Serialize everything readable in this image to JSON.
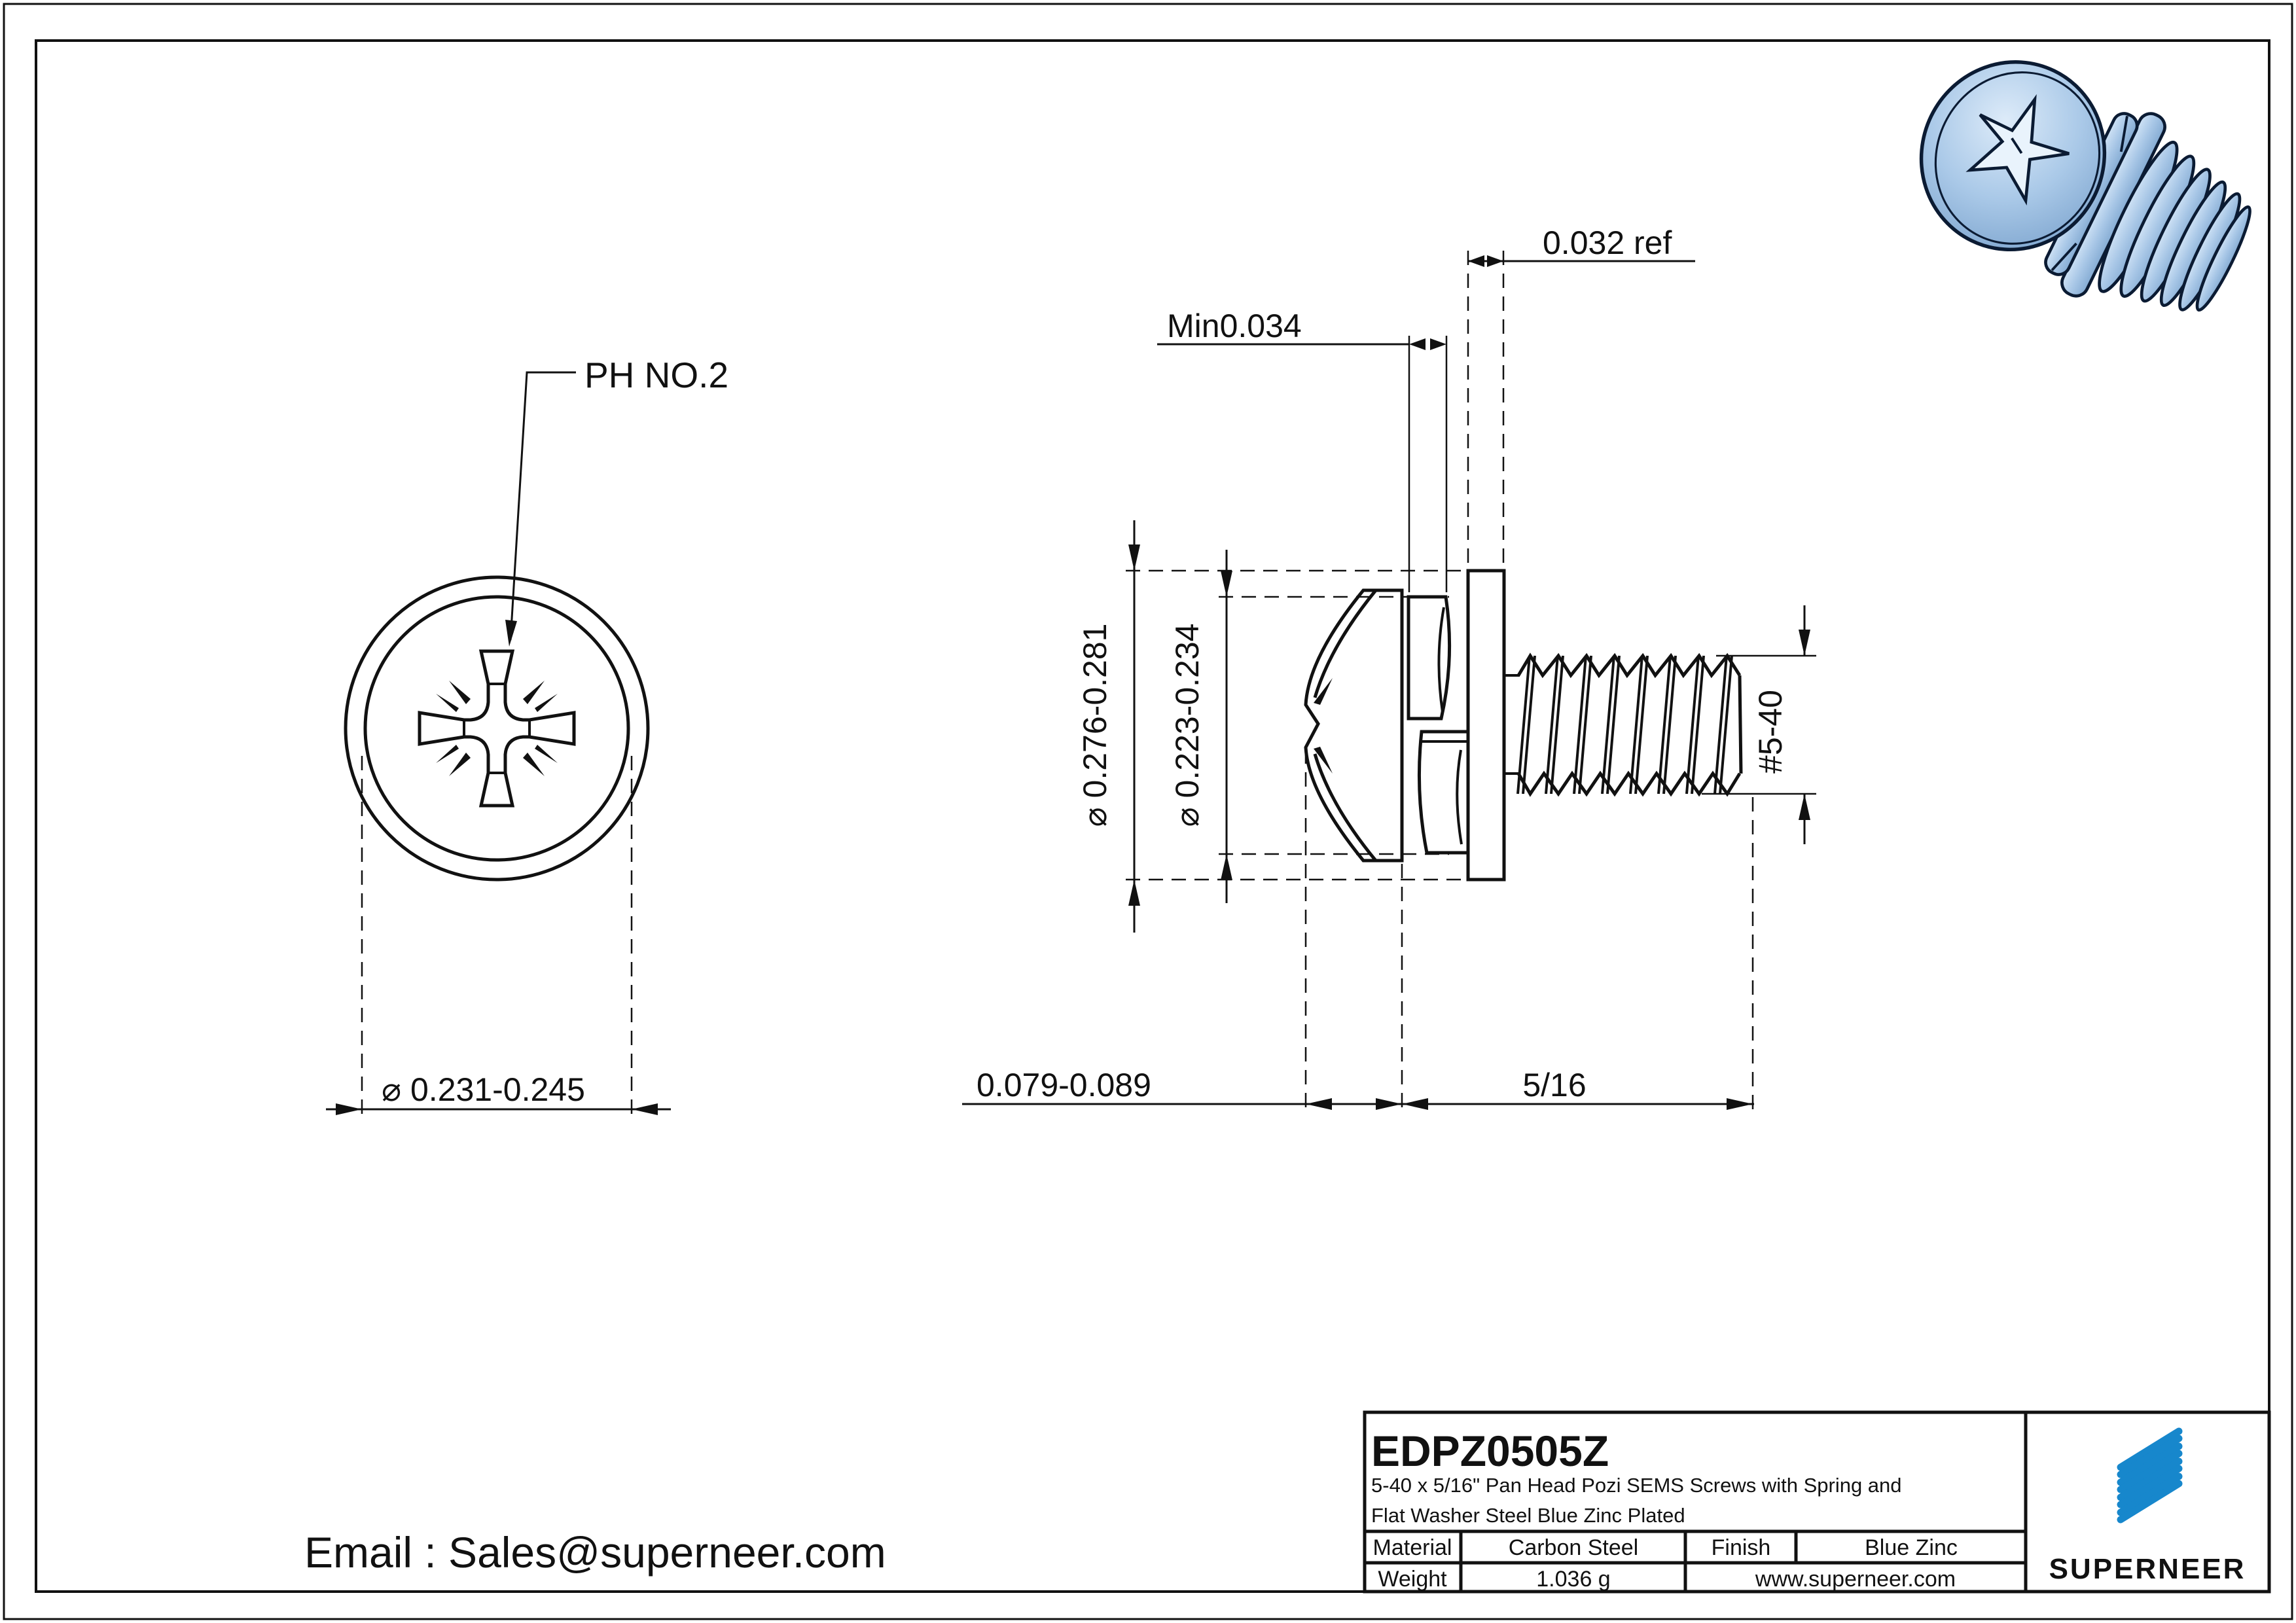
{
  "page": {
    "bg": "#ffffff",
    "line_color": "#111111",
    "accent_blue": "#1787cc"
  },
  "front_view": {
    "ph_label": "PH NO.2",
    "diameter": "⌀ 0.231-0.245"
  },
  "side_view": {
    "washer_od": "⌀ 0.276-0.281",
    "spring_od": "⌀ 0.223-0.234",
    "spring_min": "Min0.034",
    "washer_ref": "0.032 ref",
    "thread_size": "#5-40",
    "head_height": "0.079-0.089",
    "thread_length": "5/16"
  },
  "title_block": {
    "part_number": "EDPZ0505Z",
    "description_line1": "5-40 x 5/16\" Pan Head Pozi SEMS Screws with Spring and",
    "description_line2": "Flat Washer Steel Blue Zinc Plated",
    "material_label": "Material",
    "material_value": "Carbon Steel",
    "finish_label": "Finish",
    "finish_value": "Blue Zinc",
    "weight_label": "Weight",
    "weight_value": "1.036 g",
    "website": "www.superneer.com",
    "brand": "SUPERNEER"
  },
  "footer": {
    "email": "Email : Sales@superneer.com"
  }
}
